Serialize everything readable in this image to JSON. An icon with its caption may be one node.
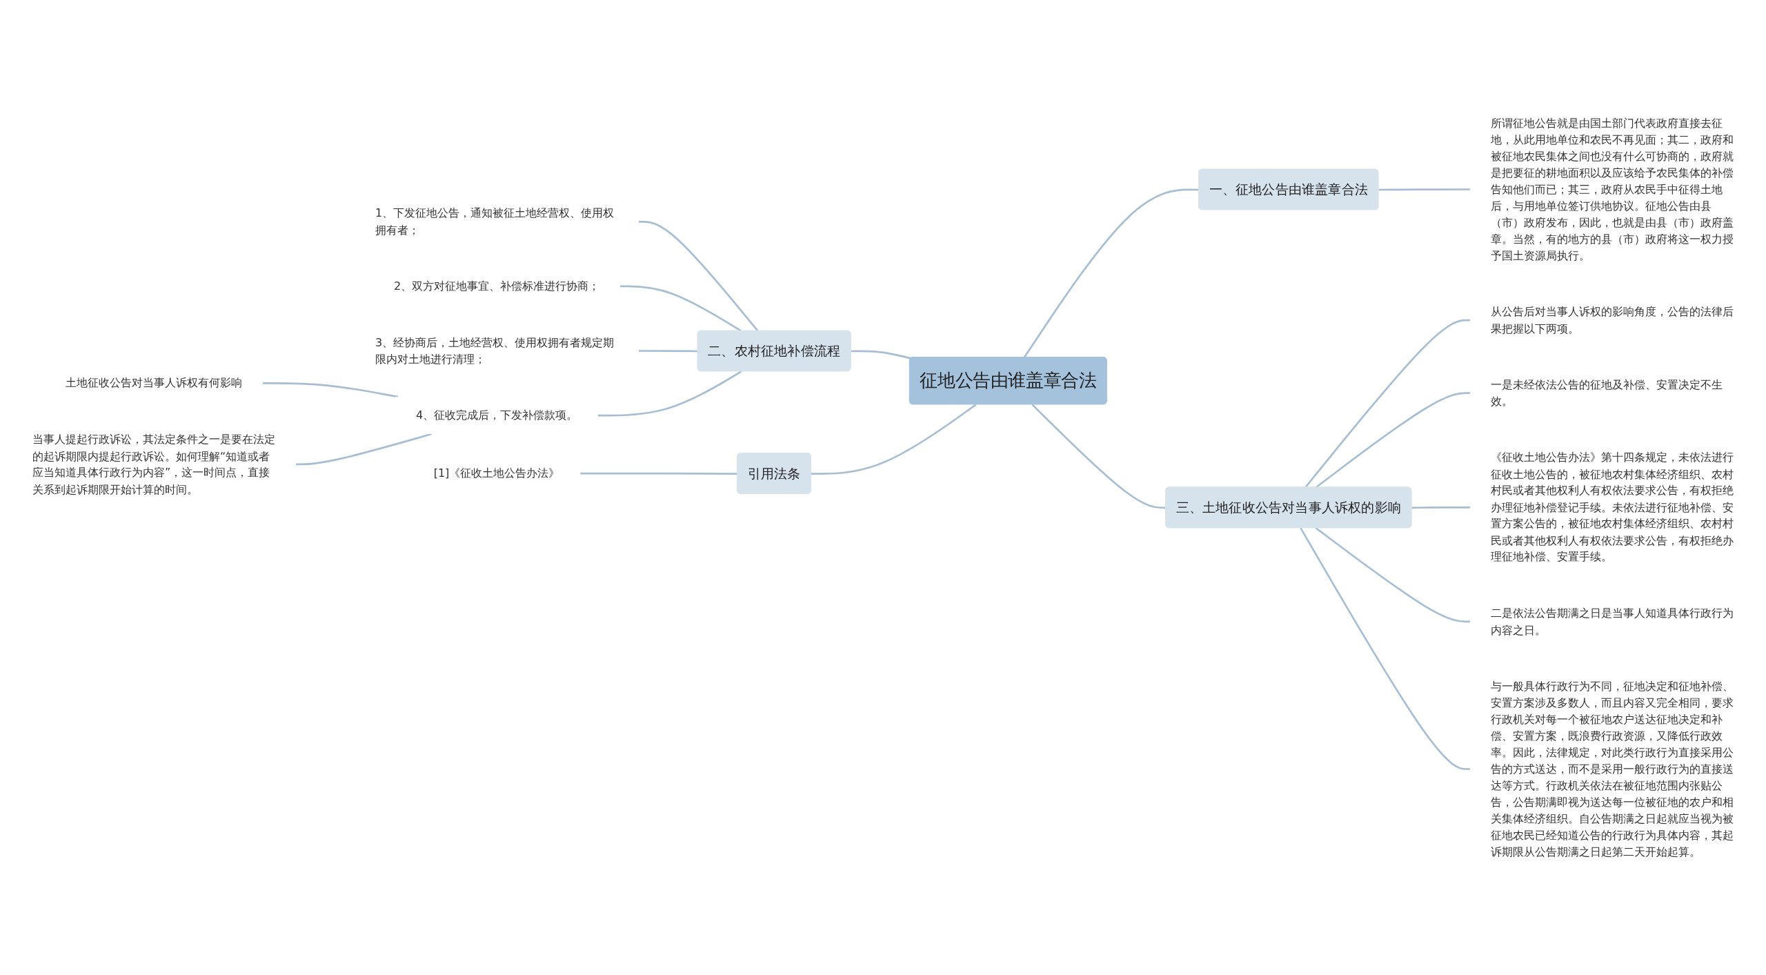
{
  "diagram": {
    "nodes": [
      {
        "text": [
          "征地公告由谁盖章合法"
        ]
      },
      {
        "text": [
          "二、农村征地补偿流程"
        ]
      },
      {
        "text": [
          "1、下发征地公告，通知被征土地经营权、使用权拥有者；"
        ]
      },
      {
        "text": [
          "2、双方对征地事宜、补偿标准进行协商；"
        ]
      },
      {
        "text": [
          "3、经协商后，土地经营权、使用权拥有者规定期限内对土地进行清理；"
        ]
      },
      {
        "text": [
          "4、征收完成后，下发补偿款项。"
        ]
      },
      {
        "text": [
          "土地征收公告对当事人诉权有何影响"
        ]
      },
      {
        "text": [
          "当事人提起行政诉讼，其法定条件之一是要在法定的起诉期限内提起行政诉讼。如何理解“知道或者应当知道具体行政行为内容”，这一时间点，直接关系到起诉期限开始计算的时间。"
        ]
      },
      {
        "text": [
          "引用法条"
        ]
      },
      {
        "text": [
          "[1]《征收土地公告办法》"
        ]
      },
      {
        "text": [
          "一、征地公告由谁盖章合法"
        ]
      },
      {
        "text": [
          "所谓征地公告就是由国土部门代表政府直接去征地，从此用地单位和农民不再见面；其二，政府和被征地农民集体之间也没有什么可协商的，政府就是把要征的耕地面积以及应该给予农民集体的补偿告知他们而已；其三，政府从农民手中征得土地后，与用地单位签订供地协议。征地公告由县（市）政府发布，因此，也就是由县（市）政府盖章。当然，有的地方的县（市）政府将这一权力授予国土资源局执行。"
        ]
      },
      {
        "text": [
          "三、土地征收公告对当事人诉权的影响"
        ]
      },
      {
        "text": [
          "从公告后对当事人诉权的影响角度，公告的法律后果把握以下两项。"
        ]
      },
      {
        "text": [
          "一是未经依法公告的征地及补偿、安置决定不生效。"
        ]
      },
      {
        "text": [
          "《征收土地公告办法》第十四条规定，未依法进行征收土地公告的，被征地农村集体经济组织、农村村民或者其他权利人有权依法要求公告，有权拒绝办理征地补偿登记手续。未依法进行征地补偿、安置方案公告的，被征地农村集体经济组织、农村村民或者其他权利人有权依法要求公告，有权拒绝办理征地补偿、安置手续。"
        ]
      },
      {
        "text": [
          "二是依法公告期满之日是当事人知道具体行政行为内容之日。"
        ]
      },
      {
        "text": [
          "与一般具体行政行为不同，征地决定和征地补偿、安置方案涉及多数人，而且内容又完全相同，要求行政机关对每一个被征地农户送达征地决定和补偿、安置方案，既浪费行政资源，又降低行政效率。因此，法律规定，对此类行政行为直接采用公告的方式送达，而不是采用一般行政行为的直接送达等方式。行政机关依法在被征地范围内张贴公告，公告期满即视为送达每一位被征地的农户和相关集体经济组织。自公告期满之日起就应当视为被征地农民已经知道公告的行政行为具体内容，其起诉期限从公告期满之日起第二天开始起算。"
        ]
      }
    ],
    "edges": [
      {
        "from": 1,
        "to": 0,
        "arrow": "none"
      },
      {
        "from": 2,
        "to": 1,
        "arrow": "none"
      },
      {
        "from": 3,
        "to": 1,
        "arrow": "none"
      },
      {
        "from": 4,
        "to": 1,
        "arrow": "none"
      },
      {
        "from": 5,
        "to": 1,
        "arrow": "none"
      },
      {
        "from": 6,
        "to": 5,
        "arrow": "none"
      },
      {
        "from": 7,
        "to": 5,
        "arrow": "none"
      },
      {
        "from": 8,
        "to": 0,
        "arrow": "none"
      },
      {
        "from": 9,
        "to": 8,
        "arrow": "none"
      },
      {
        "from": 0,
        "to": 10,
        "arrow": "none"
      },
      {
        "from": 10,
        "to": 11,
        "arrow": "none"
      },
      {
        "from": 0,
        "to": 12,
        "arrow": "none"
      },
      {
        "from": 12,
        "to": 13,
        "arrow": "none"
      },
      {
        "from": 12,
        "to": 14,
        "arrow": "none"
      },
      {
        "from": 12,
        "to": 15,
        "arrow": "none"
      },
      {
        "from": 12,
        "to": 16,
        "arrow": "none"
      },
      {
        "from": 12,
        "to": 17,
        "arrow": "none"
      }
    ]
  }
}
